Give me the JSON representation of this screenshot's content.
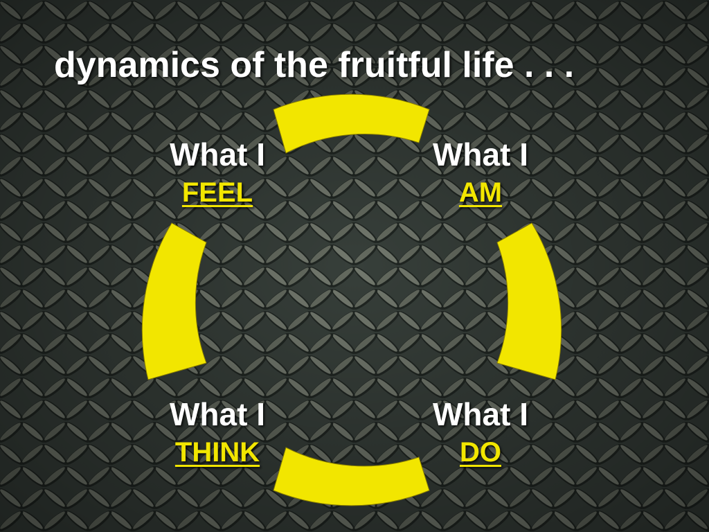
{
  "slide": {
    "title": "dynamics of the fruitful life . . .",
    "labels": {
      "feel": {
        "line1": "What I",
        "line2": "FEEL"
      },
      "am": {
        "line1": "What I",
        "line2": "AM"
      },
      "think": {
        "line1": "What I",
        "line2": "THINK"
      },
      "do": {
        "line1": "What I",
        "line2": "DO"
      }
    }
  },
  "colors": {
    "arc_fill": "#f2e600",
    "title_text": "#ffffff",
    "accent_text": "#f2e600",
    "background": "#3a3f3c"
  }
}
